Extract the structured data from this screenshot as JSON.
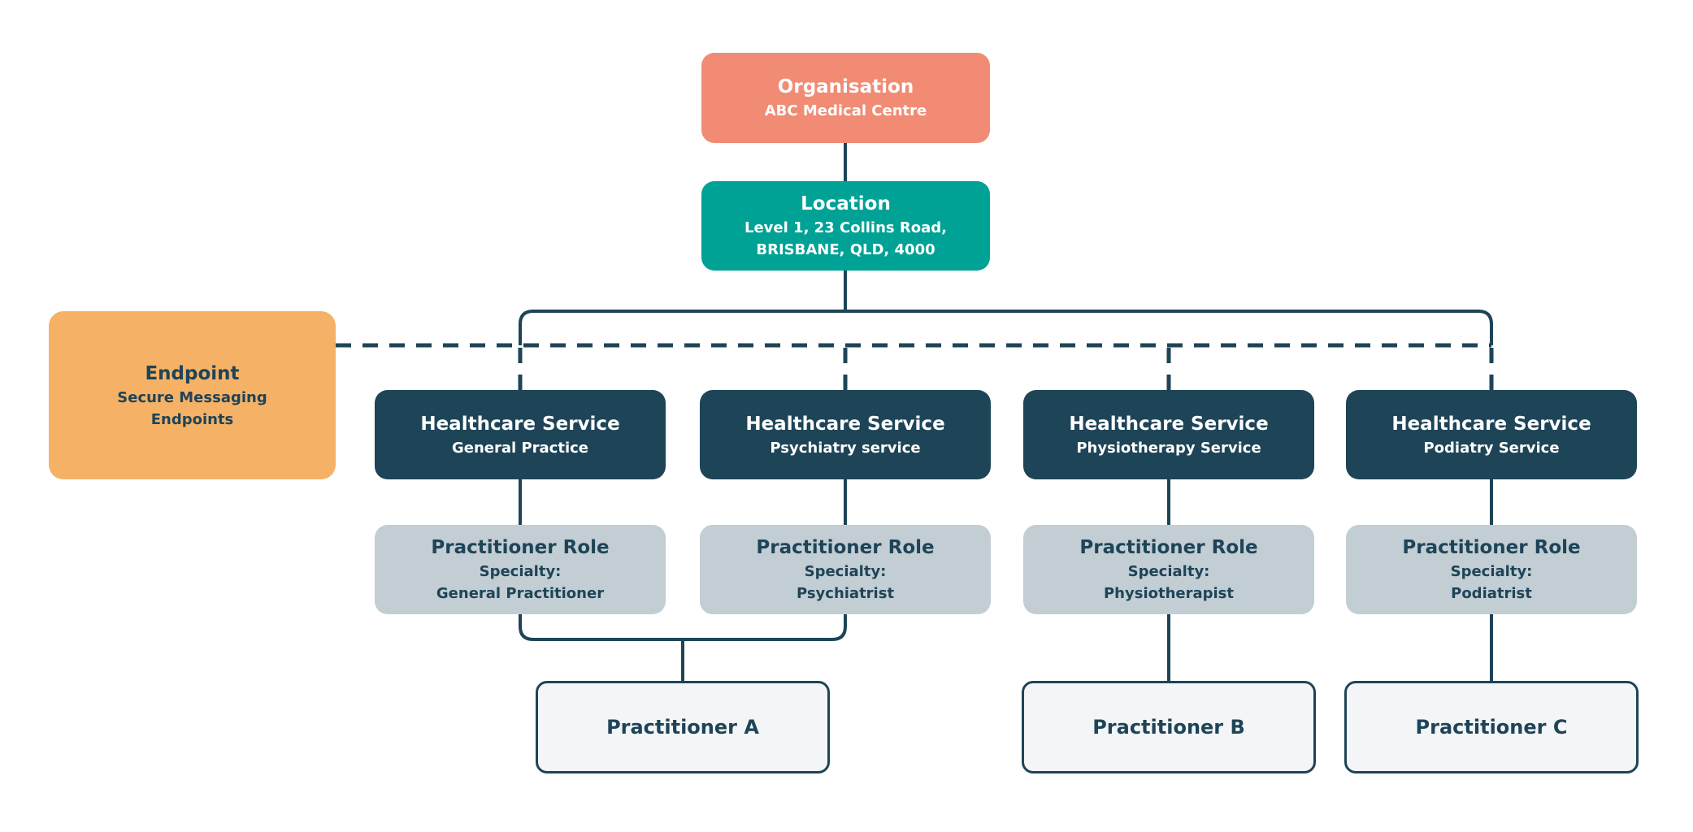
{
  "diagram": {
    "type": "org-hierarchy",
    "background": "#ffffff",
    "colors": {
      "organisation_fill": "#F28B74",
      "location_fill": "#00A296",
      "endpoint_fill": "#F5B266",
      "healthcare_service_fill": "#1E4457",
      "practitioner_role_fill": "#C2CDD4",
      "practitioner_fill": "#F3F5F7",
      "connector_line": "#1E4457",
      "text_on_dark": "#FFFFFF",
      "text_dark": "#1E4457"
    },
    "nodes": {
      "organisation": {
        "title": "Organisation",
        "subtitle": "ABC Medical Centre"
      },
      "location": {
        "title": "Location",
        "line1": "Level 1, 23 Collins Road,",
        "line2": "BRISBANE, QLD, 4000"
      },
      "endpoint": {
        "title": "Endpoint",
        "line1": "Secure Messaging",
        "line2": "Endpoints"
      },
      "services": [
        {
          "title": "Healthcare Service",
          "subtitle": "General Practice"
        },
        {
          "title": "Healthcare Service",
          "subtitle": "Psychiatry service"
        },
        {
          "title": "Healthcare Service",
          "subtitle": "Physiotherapy Service"
        },
        {
          "title": "Healthcare Service",
          "subtitle": "Podiatry Service"
        }
      ],
      "roles": [
        {
          "title": "Practitioner Role",
          "line1": "Specialty:",
          "line2": "General Practitioner"
        },
        {
          "title": "Practitioner Role",
          "line1": "Specialty:",
          "line2": "Psychiatrist"
        },
        {
          "title": "Practitioner Role",
          "line1": "Specialty:",
          "line2": "Physiotherapist"
        },
        {
          "title": "Practitioner Role",
          "line1": "Specialty:",
          "line2": "Podiatrist"
        }
      ],
      "practitioners": [
        {
          "label": "Practitioner A"
        },
        {
          "label": "Practitioner B"
        },
        {
          "label": "Practitioner C"
        }
      ]
    },
    "edges": {
      "solid": [
        "organisation->location",
        "location->service-bus",
        "service-bus->healthcare-services",
        "healthcare-service->practitioner-role (x4)",
        "role-general-practitioner+role-psychiatrist->practitioner-a",
        "role-physiotherapist->practitioner-b",
        "role-podiatrist->practitioner-c"
      ],
      "dashed": [
        "endpoint->all-healthcare-services"
      ]
    }
  }
}
